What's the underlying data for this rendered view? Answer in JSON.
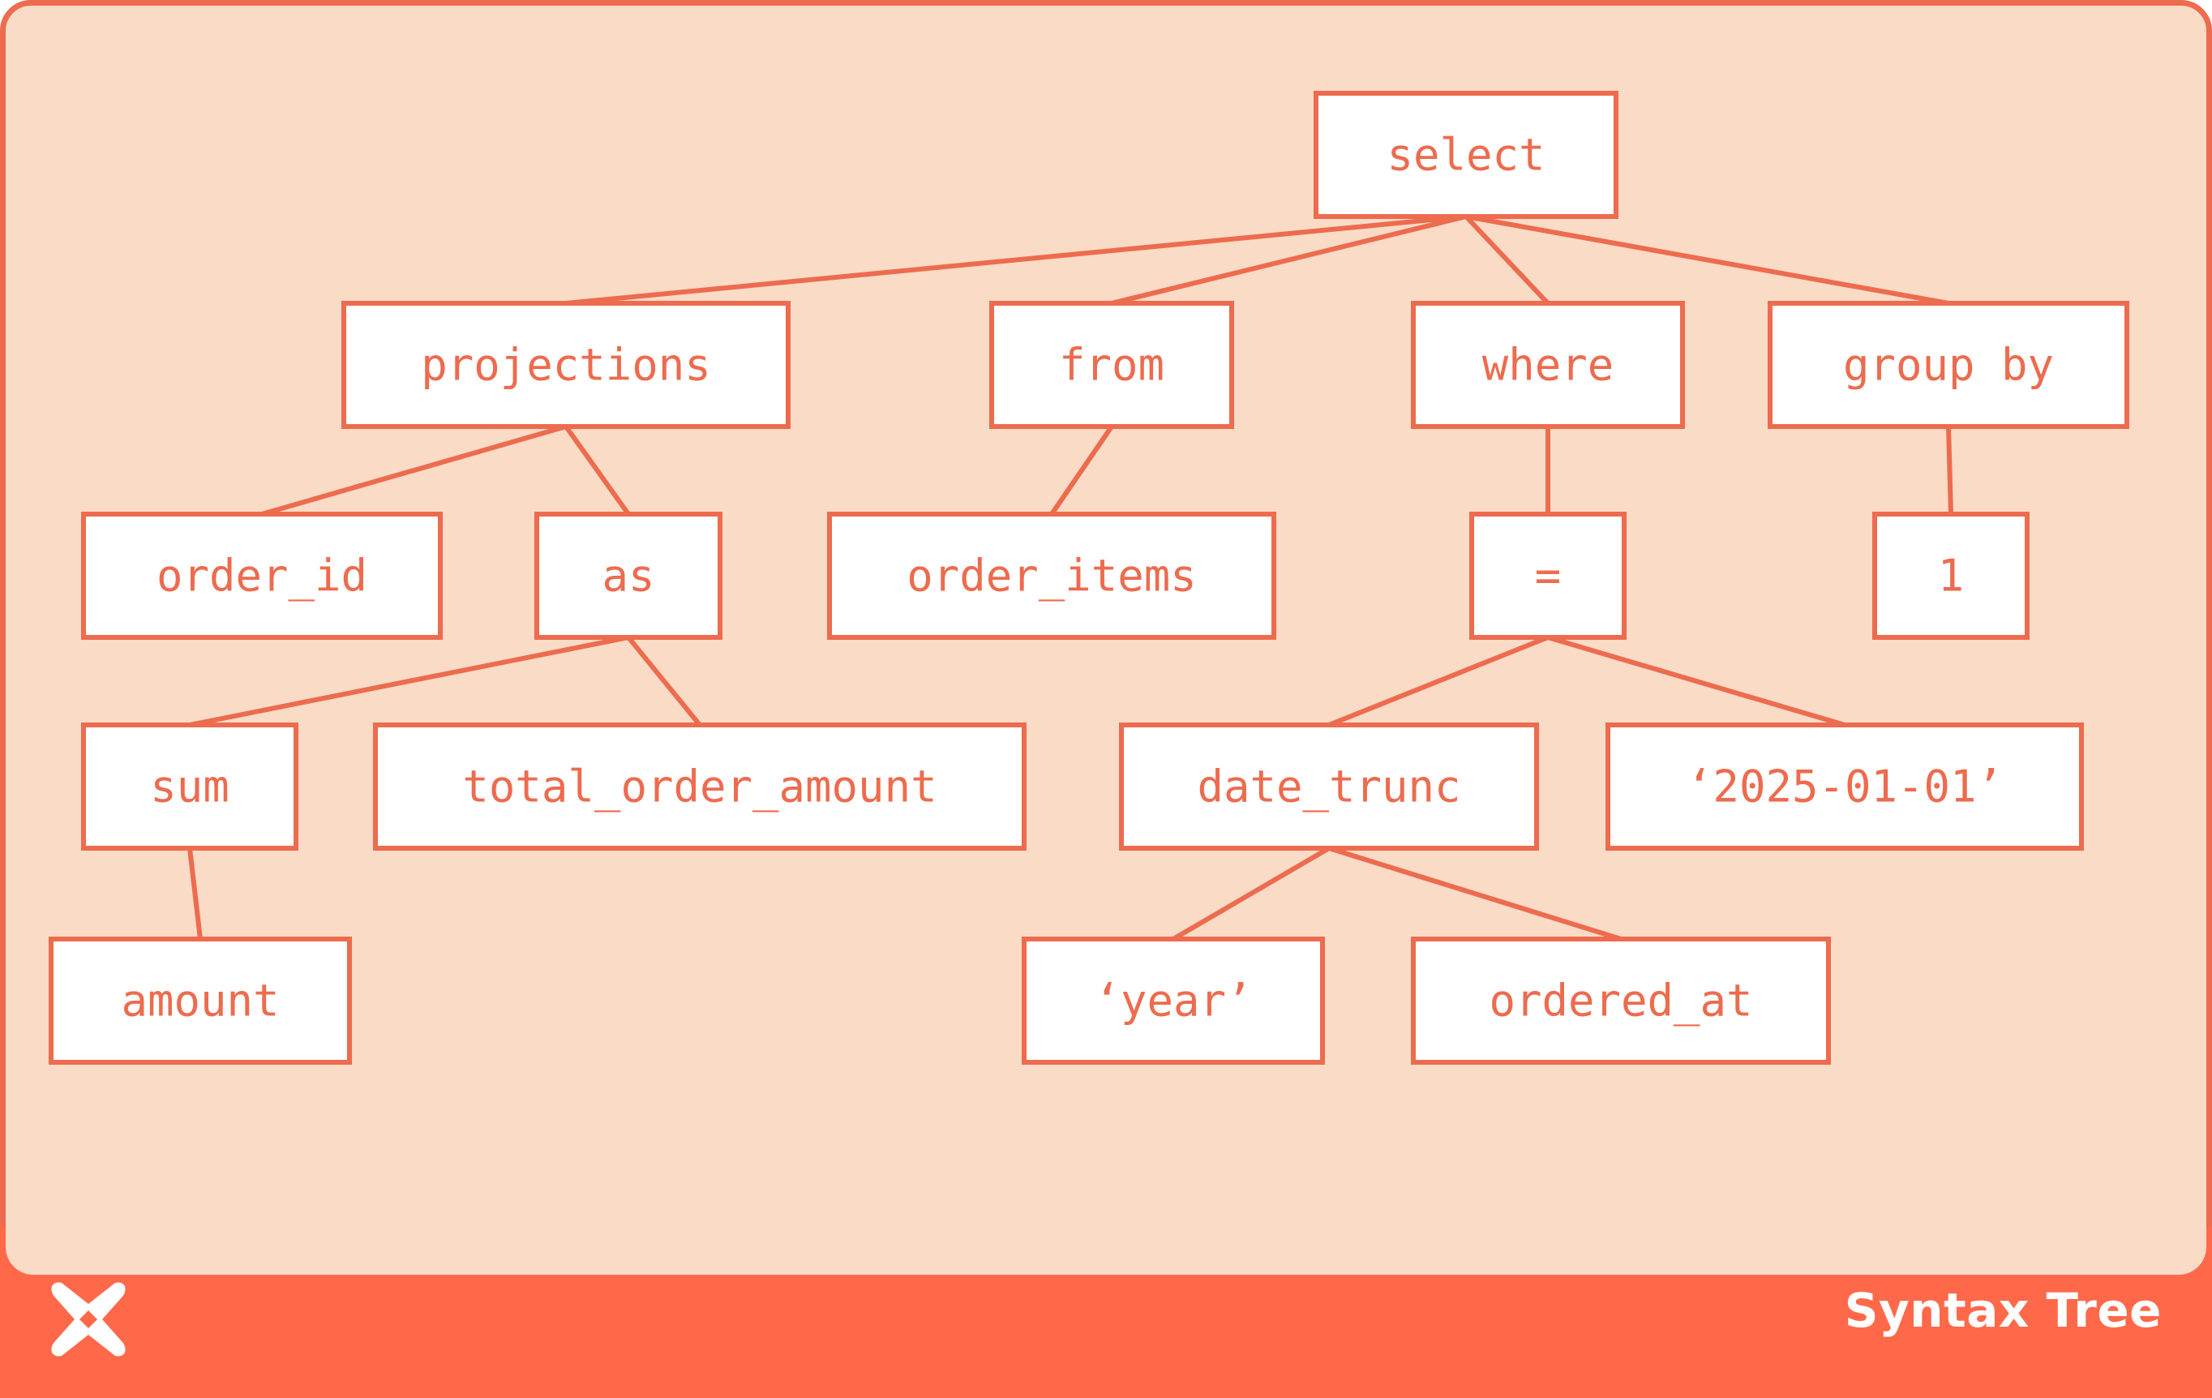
{
  "footer": {
    "title": "Syntax Tree",
    "brand_color": "#FF694A",
    "logo_icon": "dbt-logo-icon"
  },
  "colors": {
    "accent": "#ED6B4E",
    "background": "#F9DBC6",
    "node_fill": "#FFFFFF"
  },
  "tree": {
    "nodes": [
      {
        "id": "select",
        "label": "select"
      },
      {
        "id": "projections",
        "label": "projections"
      },
      {
        "id": "from",
        "label": "from"
      },
      {
        "id": "where",
        "label": "where"
      },
      {
        "id": "group_by",
        "label": "group by"
      },
      {
        "id": "order_id",
        "label": "order_id"
      },
      {
        "id": "as",
        "label": "as"
      },
      {
        "id": "order_items",
        "label": "order_items"
      },
      {
        "id": "eq",
        "label": "="
      },
      {
        "id": "one",
        "label": "1"
      },
      {
        "id": "sum",
        "label": "sum"
      },
      {
        "id": "total_order_amount",
        "label": "total_order_amount"
      },
      {
        "id": "date_trunc",
        "label": "date_trunc"
      },
      {
        "id": "date_lit",
        "label": "‘2025-01-01’"
      },
      {
        "id": "amount",
        "label": "amount"
      },
      {
        "id": "year",
        "label": "‘year’"
      },
      {
        "id": "ordered_at",
        "label": "ordered_at"
      }
    ],
    "edges": [
      [
        "select",
        "projections"
      ],
      [
        "select",
        "from"
      ],
      [
        "select",
        "where"
      ],
      [
        "select",
        "group_by"
      ],
      [
        "projections",
        "order_id"
      ],
      [
        "projections",
        "as"
      ],
      [
        "from",
        "order_items"
      ],
      [
        "where",
        "eq"
      ],
      [
        "group_by",
        "one"
      ],
      [
        "as",
        "sum"
      ],
      [
        "as",
        "total_order_amount"
      ],
      [
        "eq",
        "date_trunc"
      ],
      [
        "eq",
        "date_lit"
      ],
      [
        "sum",
        "amount"
      ],
      [
        "date_trunc",
        "year"
      ],
      [
        "date_trunc",
        "ordered_at"
      ]
    ]
  }
}
